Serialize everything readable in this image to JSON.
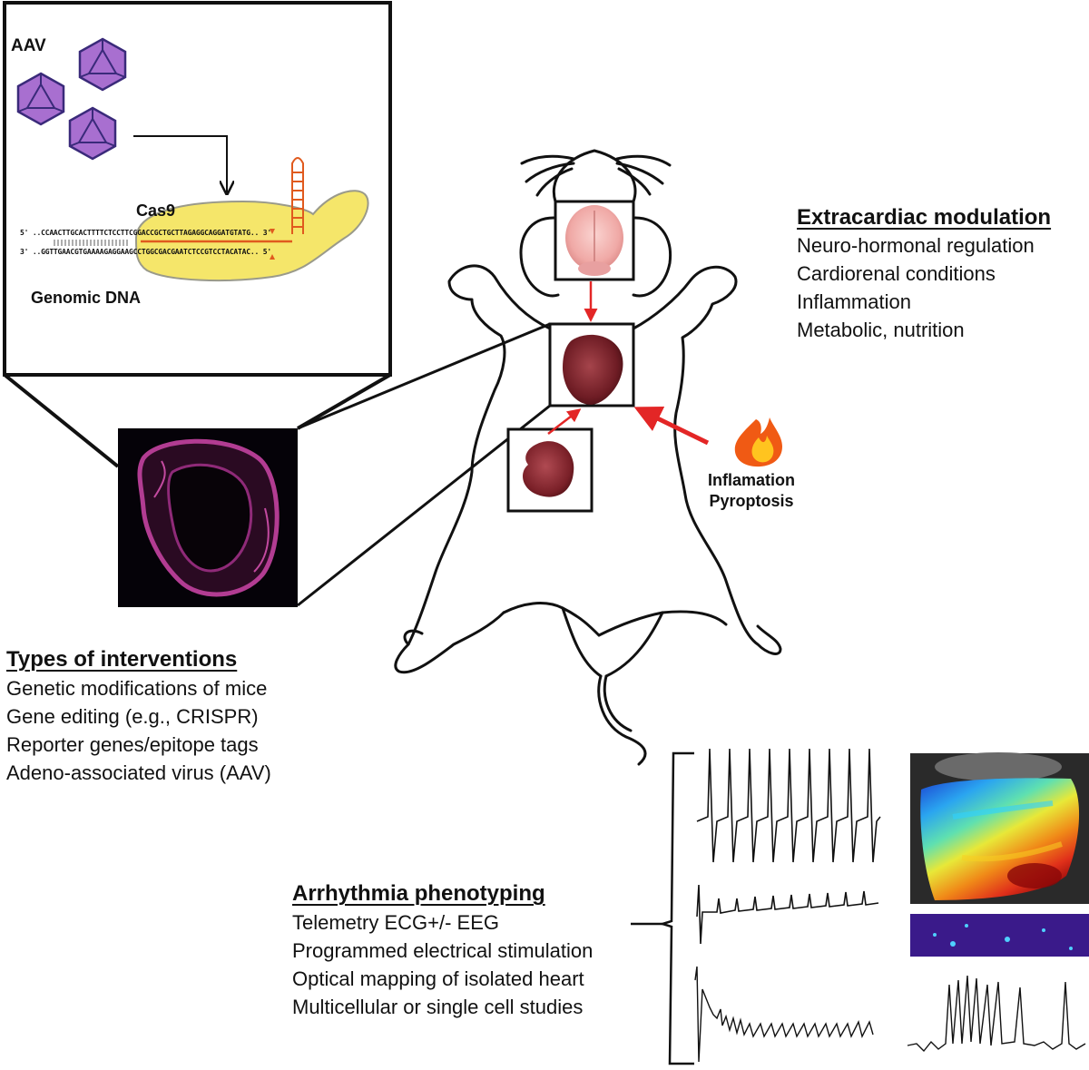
{
  "crispr_panel": {
    "aav_label": "AAV",
    "cas9_label": "Cas9",
    "genomic_dna_label": "Genomic DNA",
    "strand_top": "5' ..CCAACTTGCACTTTTCTCCTTCGGACCGCTGCTTAGAGGCAGGATGTATG.. 3'",
    "strand_bottom": "3' ..GGTTGAACGTGAAAAGAGGAAGCCTGGCGACGAATCTCCGTCCTACATAC.. 5'",
    "colors": {
      "virus_fill": "#a86fd0",
      "virus_stroke": "#3a2a7a",
      "cas9_fill": "#f5e66a",
      "guide_rna": "#e05a1e"
    }
  },
  "extracardiac": {
    "title": "Extracardiac modulation",
    "items": [
      "Neuro-hormonal regulation",
      "Cardiorenal conditions",
      "Inflammation",
      "Metabolic, nutrition"
    ]
  },
  "interventions": {
    "title": "Types of interventions",
    "items": [
      "Genetic modifications of mice",
      "Gene editing (e.g., CRISPR)",
      "Reporter genes/epitope tags",
      "Adeno-associated virus (AAV)"
    ]
  },
  "arrhythmia": {
    "title": "Arrhythmia phenotyping",
    "items": [
      "Telemetry ECG+/- EEG",
      "Programmed electrical stimulation",
      "Optical mapping of isolated heart",
      "Multicellular or single cell studies"
    ]
  },
  "inflammation_label": {
    "line1": "Inflamation",
    "line2": "Pyroptosis",
    "icon": "fire-icon"
  },
  "organs": [
    "brain",
    "heart",
    "kidney"
  ],
  "colors": {
    "arrow": "#e32626",
    "outline": "#111111"
  }
}
